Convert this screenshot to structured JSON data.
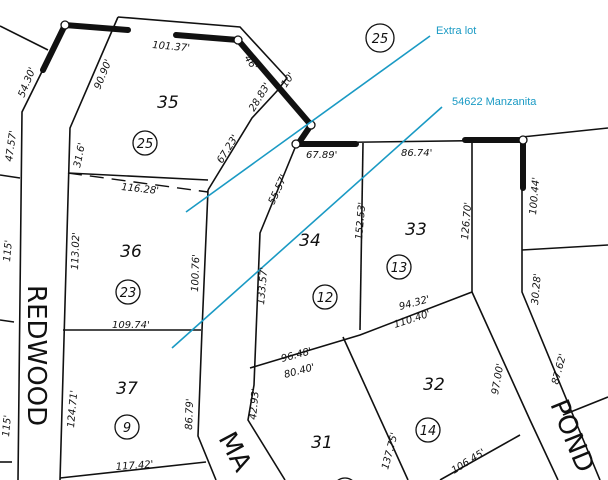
{
  "annotations": [
    {
      "label": "Extra lot",
      "color": "#1a9ac4"
    },
    {
      "label": "54622 Manzanita",
      "color": "#1a9ac4"
    }
  ],
  "roads": [
    "REDWOOD",
    "MA",
    "POND"
  ],
  "lots": [
    {
      "lot": "35",
      "block": "25"
    },
    {
      "lot": "36",
      "block": "23"
    },
    {
      "lot": "37",
      "block": "9"
    },
    {
      "lot": "34",
      "block": "12"
    },
    {
      "lot": "33",
      "block": "13"
    },
    {
      "lot": "32",
      "block": "14"
    },
    {
      "lot": "31",
      "block": ""
    }
  ],
  "top_block": "25",
  "dimensions": {
    "d101_37": "101.37'",
    "d90_90": "90.90'",
    "d31_6": "31.6'",
    "d46": "46'",
    "d10": "10'",
    "d28_83": "28.83'",
    "d67_23": "67.23'",
    "d54_30": "54.30'",
    "d47_57": "47.57'",
    "d116_28": "116.28'",
    "d113_02": "113.02'",
    "d100_76": "100.76'",
    "d109_74": "109.74'",
    "d115a": "115'",
    "d115b": "115'",
    "d124_71": "124.71'",
    "d86_79": "86.79'",
    "d117_42": "117.42'",
    "d55_57": "55.57'",
    "d67_89": "67.89'",
    "d86_74": "86.74'",
    "d133_57": "133.57'",
    "d152_53": "152.53'",
    "d126_70": "126.70'",
    "d100_44": "100.44'",
    "d94_32": "94.32'",
    "d110_40": "110.40'",
    "d96_48": "96.48'",
    "d80_40": "80.40'",
    "d42_93": "42.93'",
    "d137_75": "137.75'",
    "d97_00": "97.00'",
    "d106_45": "106.45'",
    "d30_28": "30.28'",
    "d87_62": "87.62'"
  }
}
